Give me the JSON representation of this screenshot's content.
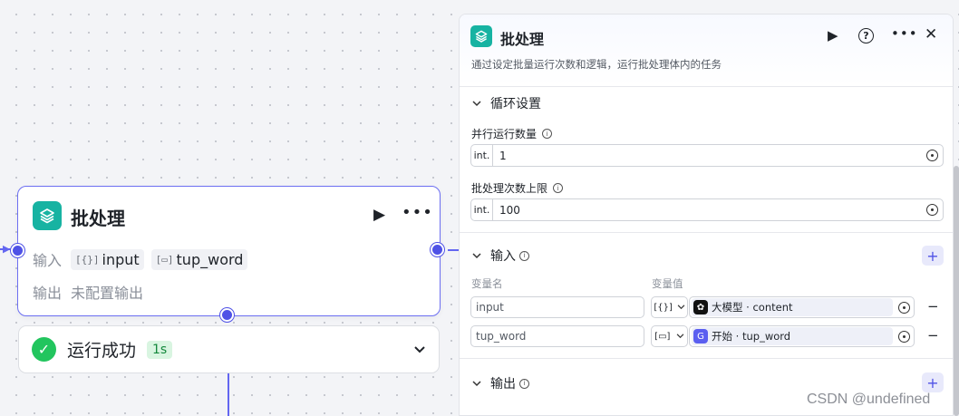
{
  "node": {
    "title": "批处理",
    "input_label": "输入",
    "inputs": [
      {
        "type_icon": "[{}]",
        "name": "input"
      },
      {
        "type_icon": "[▭]",
        "name": "tup_word"
      }
    ],
    "output_label": "输出",
    "output_value": "未配置输出"
  },
  "status": {
    "text": "运行成功",
    "duration": "1s",
    "color": "#22c55e"
  },
  "panel": {
    "title": "批处理",
    "description": "通过设定批量运行次数和逻辑，运行批处理体内的任务",
    "loop_section": {
      "title": "循环设置",
      "fields": [
        {
          "label": "并行运行数量",
          "prefix": "int.",
          "value": "1"
        },
        {
          "label": "批处理次数上限",
          "prefix": "int.",
          "value": "100"
        }
      ]
    },
    "input_section": {
      "title": "输入",
      "col_name": "变量名",
      "col_value": "变量值",
      "rows": [
        {
          "name": "input",
          "type_icon": "[{}]",
          "ref_source": "大模型",
          "ref_field": "content",
          "ref_color": "#111111",
          "ref_text": "大模型 · content"
        },
        {
          "name": "tup_word",
          "type_icon": "[▭]",
          "ref_source": "开始",
          "ref_field": "tup_word",
          "ref_color": "#5b5ff0",
          "ref_text": "开始 · tup_word"
        }
      ]
    },
    "output_section": {
      "title": "输出"
    }
  },
  "watermark": "CSDN @undefined",
  "colors": {
    "accent": "#4f52e6",
    "node_icon": "#17b3a2"
  }
}
